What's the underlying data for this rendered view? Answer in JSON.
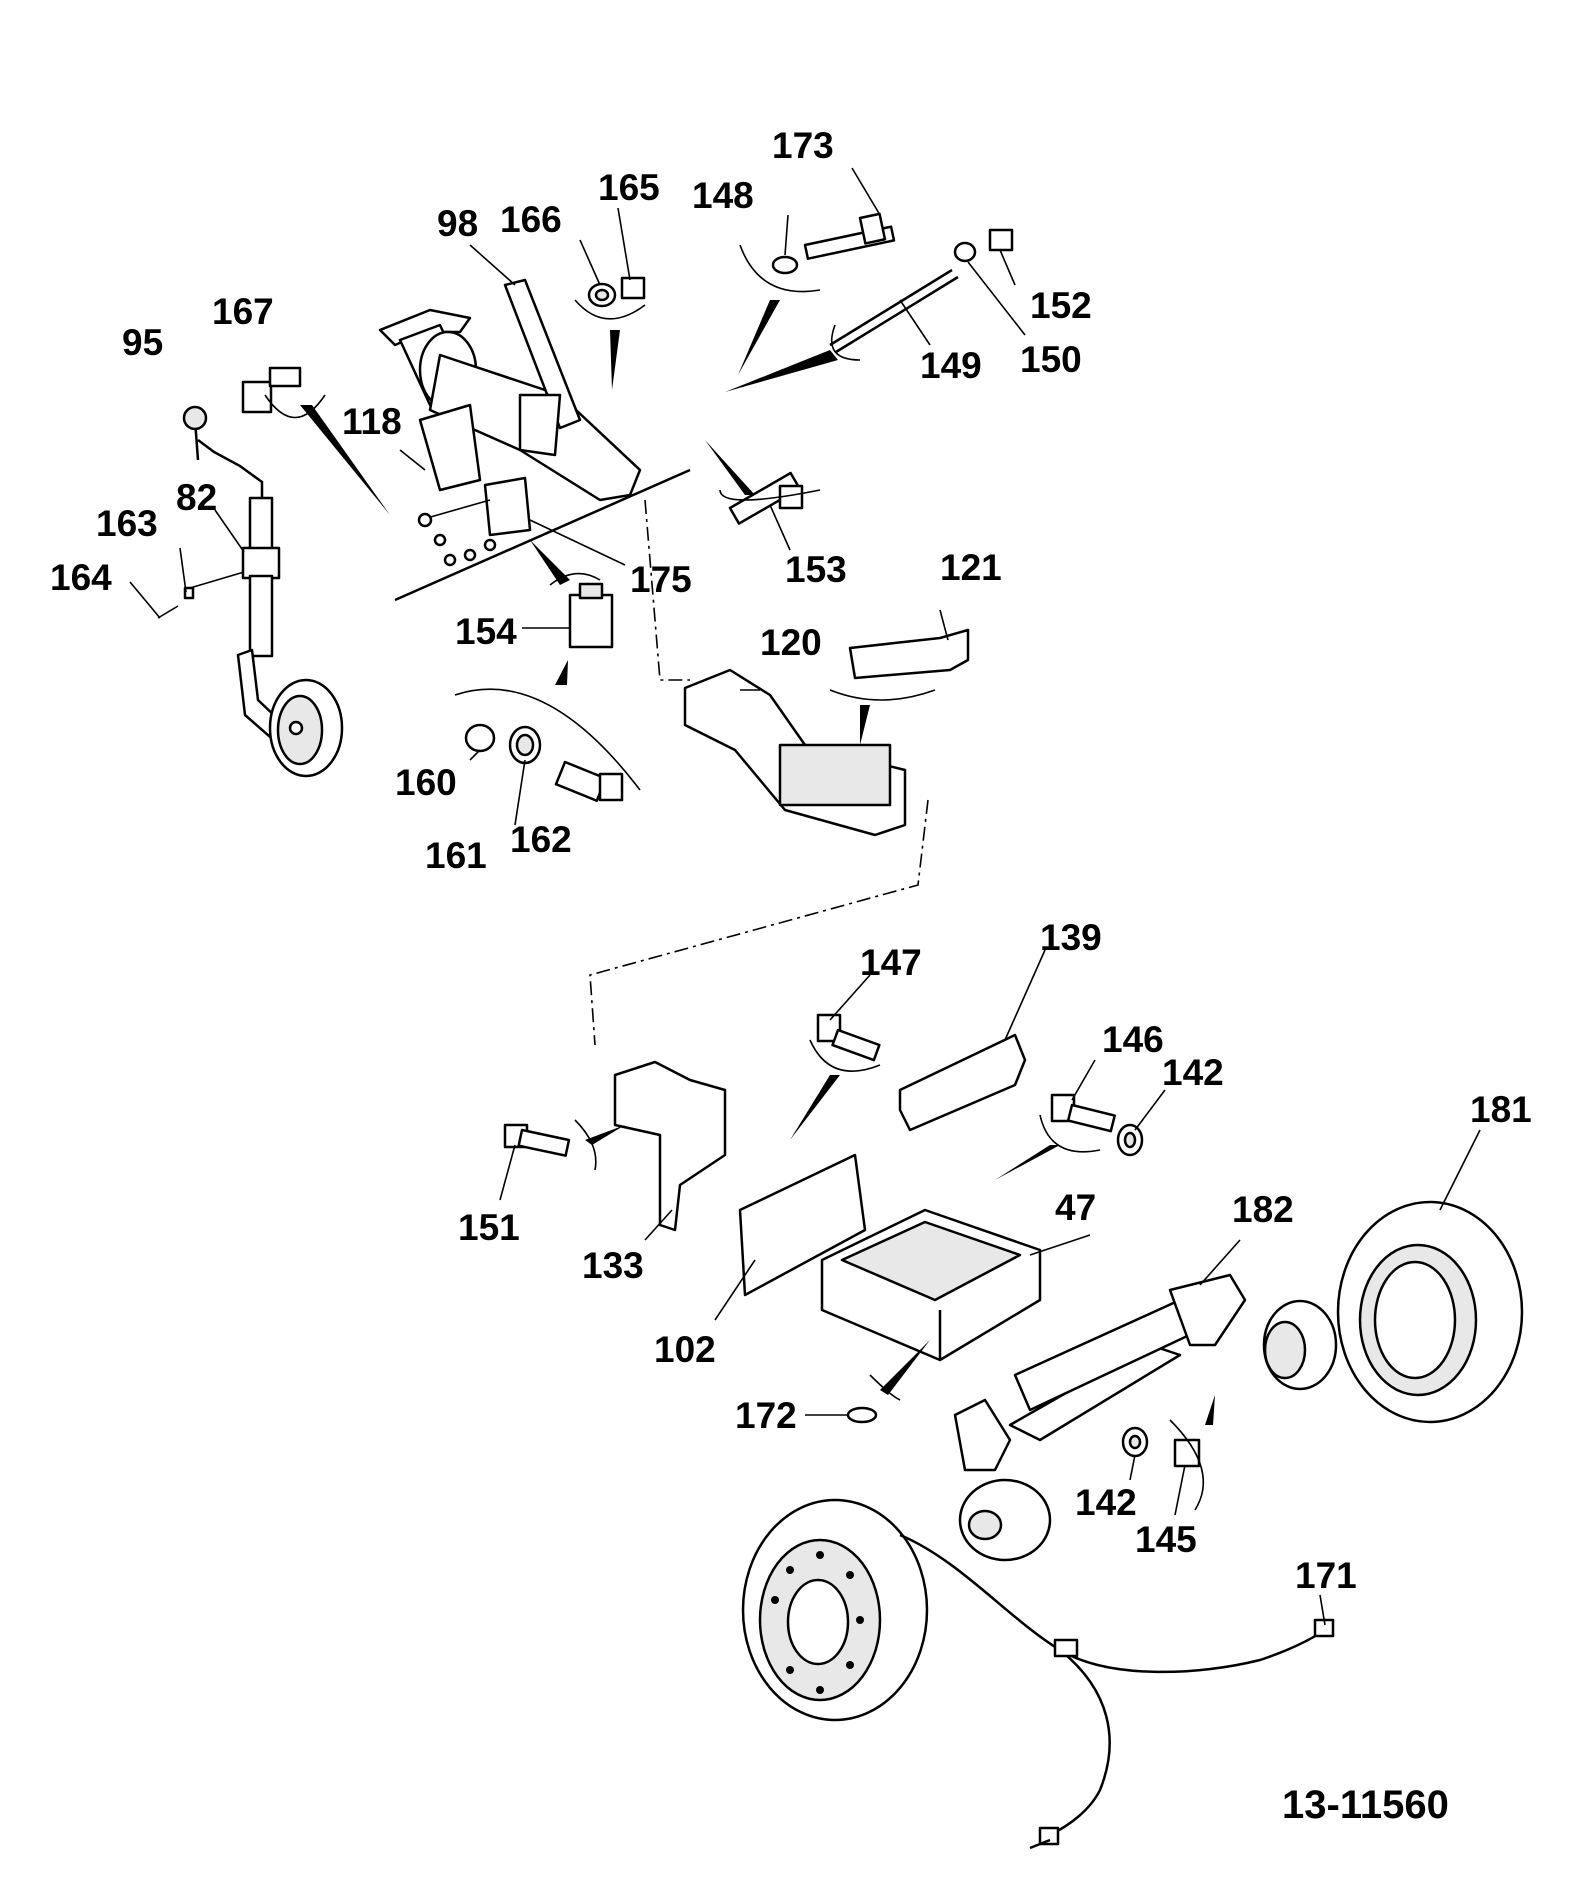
{
  "diagram": {
    "drawing_number": "13-11560",
    "callouts": [
      {
        "label": "173"
      },
      {
        "label": "148"
      },
      {
        "label": "165"
      },
      {
        "label": "166"
      },
      {
        "label": "98"
      },
      {
        "label": "167"
      },
      {
        "label": "95"
      },
      {
        "label": "152"
      },
      {
        "label": "150"
      },
      {
        "label": "149"
      },
      {
        "label": "118"
      },
      {
        "label": "163"
      },
      {
        "label": "82"
      },
      {
        "label": "164"
      },
      {
        "label": "175"
      },
      {
        "label": "153"
      },
      {
        "label": "121"
      },
      {
        "label": "154"
      },
      {
        "label": "120"
      },
      {
        "label": "160"
      },
      {
        "label": "161"
      },
      {
        "label": "162"
      },
      {
        "label": "139"
      },
      {
        "label": "147"
      },
      {
        "label": "146"
      },
      {
        "label": "142"
      },
      {
        "label": "181"
      },
      {
        "label": "151"
      },
      {
        "label": "133"
      },
      {
        "label": "47"
      },
      {
        "label": "182"
      },
      {
        "label": "102"
      },
      {
        "label": "172"
      },
      {
        "label": "142"
      },
      {
        "label": "145"
      },
      {
        "label": "171"
      }
    ]
  }
}
